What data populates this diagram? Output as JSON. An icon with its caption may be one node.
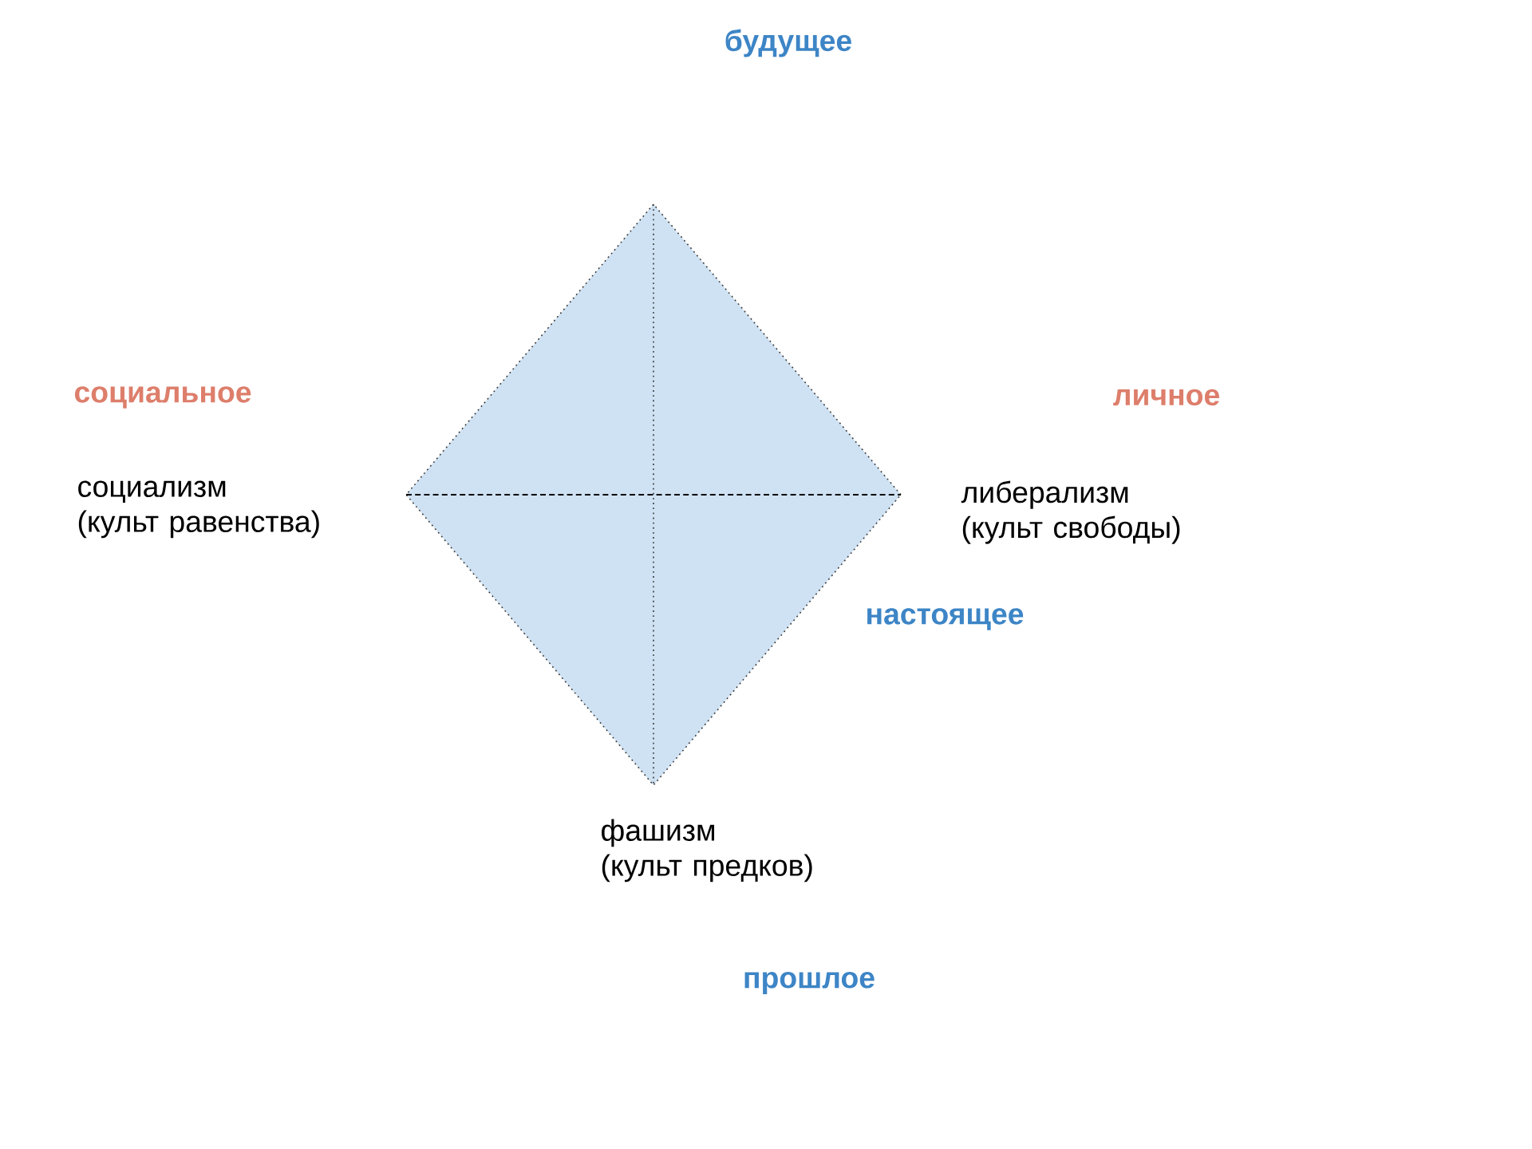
{
  "diagram": {
    "nodes": [
      {
        "text": [],
        "shape": "diamond"
      }
    ],
    "labels": [
      "будущее",
      "социальное",
      "личное",
      "социализм (культ равенства)",
      "либерализм (культ свободы)",
      "настоящее",
      "фашизм (культ предков)",
      "прошлое"
    ]
  }
}
